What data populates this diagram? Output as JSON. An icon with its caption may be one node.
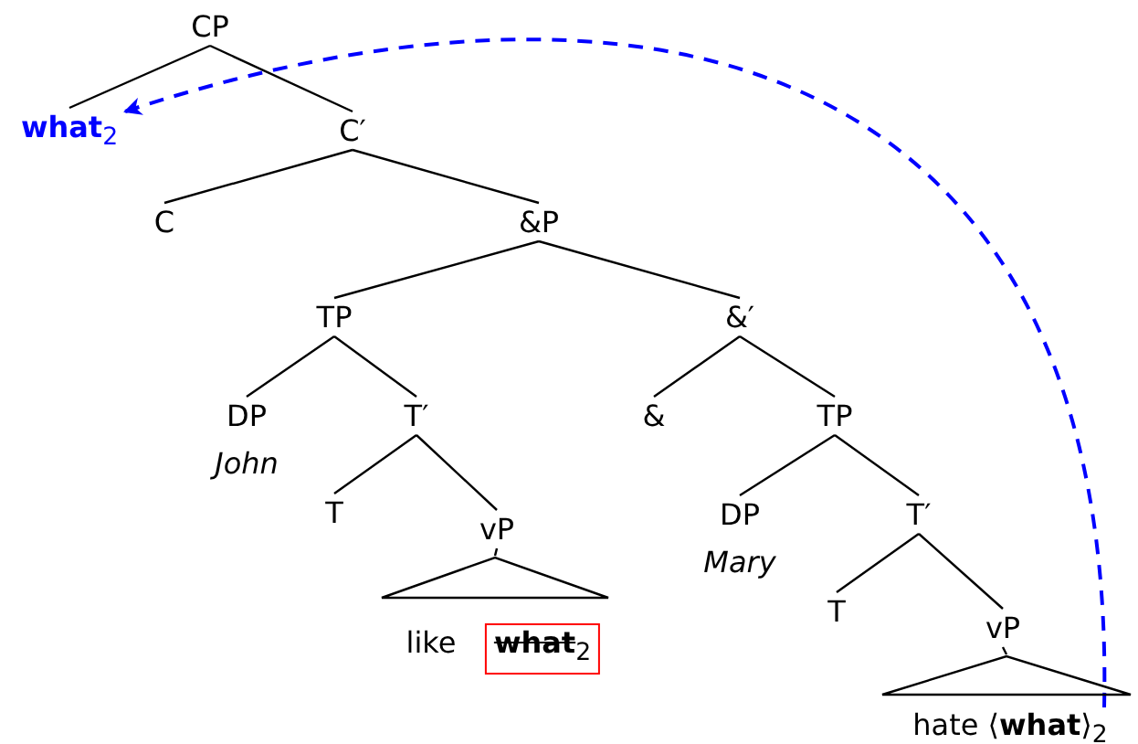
{
  "diagram": {
    "nodes": [
      {
        "text": [
          "CP"
        ]
      },
      {
        "text": [
          "**what**$_{2}$"
        ]
      },
      {
        "text": [
          "C′"
        ]
      },
      {
        "text": [
          "C"
        ]
      },
      {
        "text": [
          "&P"
        ]
      },
      {
        "text": [
          "TP"
        ]
      },
      {
        "text": [
          "&′"
        ]
      },
      {
        "text": [
          "DP",
          "John"
        ]
      },
      {
        "text": [
          "T′"
        ]
      },
      {
        "text": [
          "&"
        ]
      },
      {
        "text": [
          "TP"
        ]
      },
      {
        "text": [
          "T"
        ]
      },
      {
        "text": [
          "vP"
        ]
      },
      {
        "text": [
          "like"
        ]
      },
      {
        "text": [
          "**what**$_{2}$"
        ]
      },
      {
        "text": [
          "DP",
          "Mary"
        ]
      },
      {
        "text": [
          "T′"
        ]
      },
      {
        "text": [
          "T"
        ]
      },
      {
        "text": [
          "vP"
        ]
      },
      {
        "text": [
          "hate ⟨**what**⟩$_{2}$"
        ]
      },
      {
        "text": [],
        "shape": "triangle"
      },
      {
        "text": [],
        "shape": "triangle"
      }
    ],
    "edges": [
      {
        "from": 0,
        "to": 1,
        "arrow": "none"
      },
      {
        "from": 0,
        "to": 2,
        "arrow": "none"
      },
      {
        "from": 2,
        "to": 3,
        "arrow": "none"
      },
      {
        "from": 2,
        "to": 4,
        "arrow": "none"
      },
      {
        "from": 4,
        "to": 5,
        "arrow": "none"
      },
      {
        "from": 4,
        "to": 6,
        "arrow": "none"
      },
      {
        "from": 5,
        "to": 7,
        "arrow": "none"
      },
      {
        "from": 5,
        "to": 8,
        "arrow": "none"
      },
      {
        "from": 8,
        "to": 11,
        "arrow": "none"
      },
      {
        "from": 8,
        "to": 12,
        "arrow": "none"
      },
      {
        "from": 6,
        "to": 9,
        "arrow": "none"
      },
      {
        "from": 6,
        "to": 10,
        "arrow": "none"
      },
      {
        "from": 10,
        "to": 15,
        "arrow": "none"
      },
      {
        "from": 10,
        "to": 16,
        "arrow": "none"
      },
      {
        "from": 16,
        "to": 17,
        "arrow": "none"
      },
      {
        "from": 16,
        "to": 18,
        "arrow": "none"
      },
      {
        "from": 12,
        "to": 20,
        "arrow": "none"
      },
      {
        "from": 18,
        "to": 21,
        "arrow": "none"
      },
      {
        "from": 19,
        "to": 1,
        "arrow": "to",
        "style": "dashed",
        "color": "#0000ff"
      }
    ]
  }
}
